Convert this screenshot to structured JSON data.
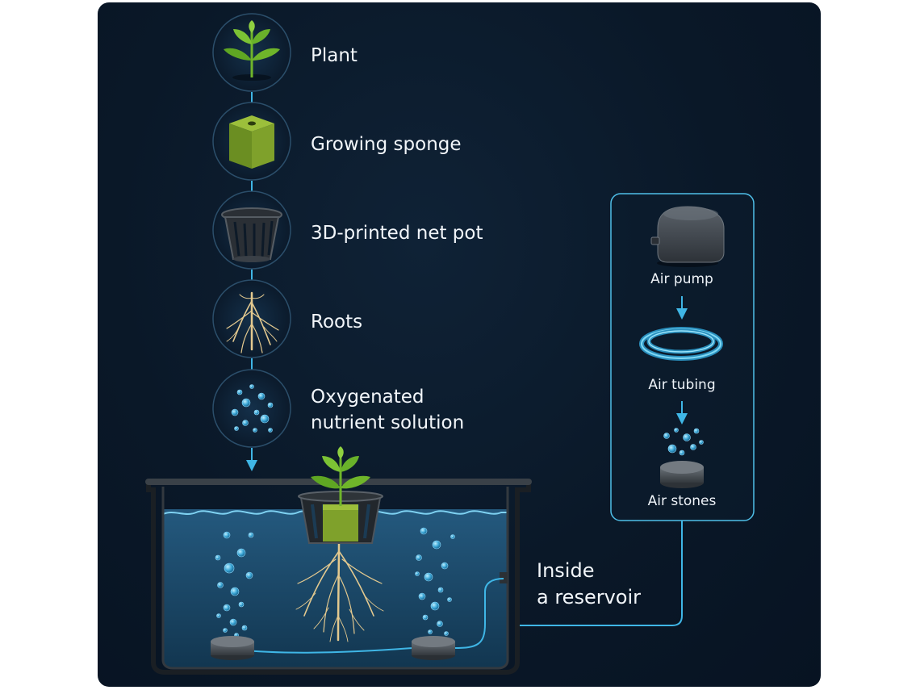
{
  "steps": [
    {
      "label": "Plant",
      "icon": "plant-icon"
    },
    {
      "label": "Growing sponge",
      "icon": "sponge-icon"
    },
    {
      "label": "3D-printed net pot",
      "icon": "net-pot-icon"
    },
    {
      "label": "Roots",
      "icon": "roots-icon"
    },
    {
      "label": "Oxygenated",
      "label2": "nutrient solution",
      "icon": "bubbles-icon"
    }
  ],
  "aeration": {
    "pump": "Air pump",
    "tubing": "Air tubing",
    "stones": "Air stones"
  },
  "reservoir": {
    "line1": "Inside",
    "line2": "a reservoir"
  },
  "colors": {
    "background": "#0a1828",
    "accent": "#3fb6e6",
    "water": "#1e4f73",
    "leaf": "#6fb52a",
    "sponge": "#7fa12b",
    "root": "#e3c98f"
  }
}
